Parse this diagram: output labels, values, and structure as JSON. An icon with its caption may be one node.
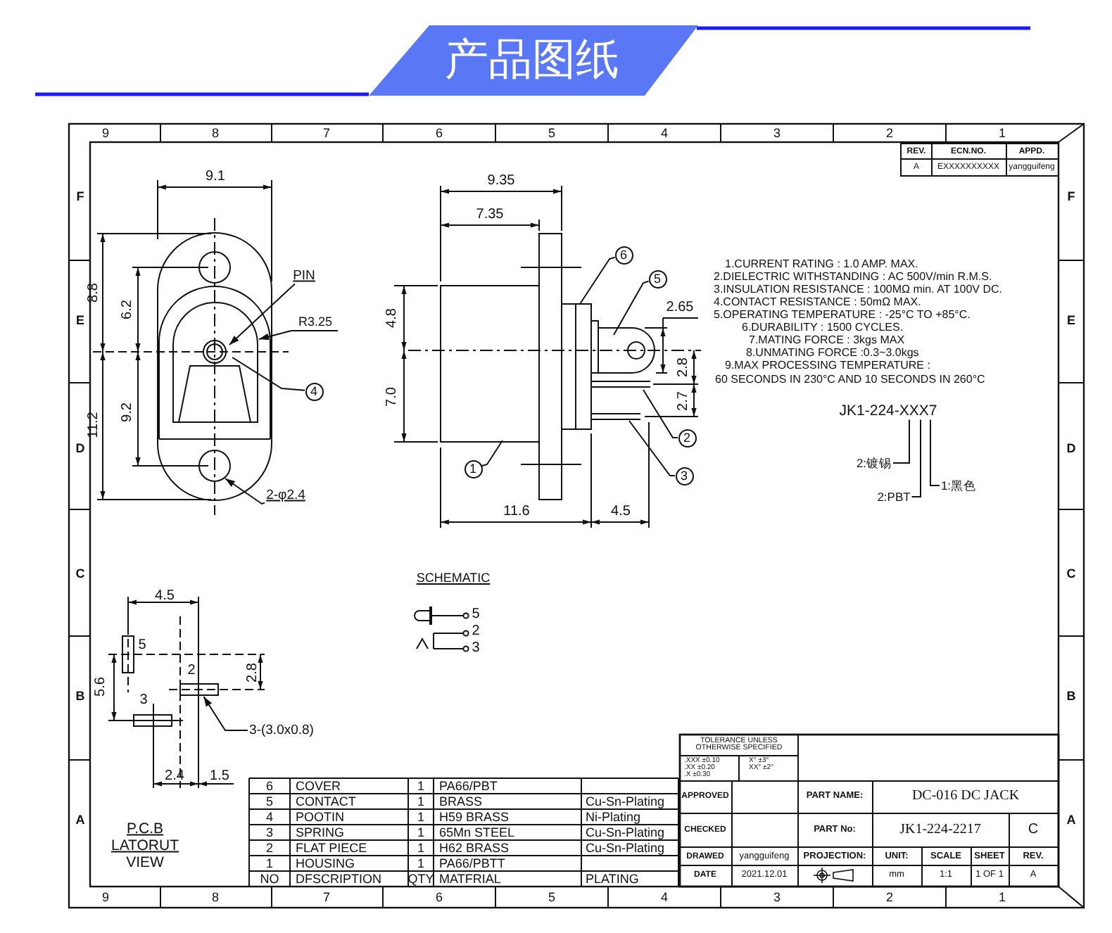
{
  "diagram": {
    "title": "产品图纸",
    "nodes": [
      {
        "text": [
          "PIN"
        ]
      },
      {
        "text": [
          "4"
        ]
      },
      {
        "text": [
          "2-φ2.4"
        ]
      },
      {
        "text": [
          "6"
        ]
      },
      {
        "text": [
          "5"
        ]
      },
      {
        "text": [
          "2"
        ]
      },
      {
        "text": [
          "3"
        ]
      },
      {
        "text": [
          "1"
        ]
      },
      {
        "text": [
          "2:镀锡"
        ]
      },
      {
        "text": [
          "2:PBT"
        ]
      },
      {
        "text": [
          "1:黑色"
        ]
      },
      {
        "text": [
          "3-(3.0x0.8)"
        ]
      },
      {
        "text": [
          "JK1-224-XXX7"
        ]
      },
      {
        "text": [],
        "shape": "box"
      }
    ],
    "edges": [
      {
        "from": 0,
        "to": null,
        "arrow": "to"
      },
      {
        "from": 1,
        "to": null,
        "arrow": "none"
      },
      {
        "from": 2,
        "to": null,
        "arrow": "to"
      },
      {
        "from": 3,
        "to": null,
        "arrow": "none"
      },
      {
        "from": 4,
        "to": null,
        "arrow": "none"
      },
      {
        "from": 5,
        "to": null,
        "arrow": "none"
      },
      {
        "from": 6,
        "to": null,
        "arrow": "none"
      },
      {
        "from": 7,
        "to": null,
        "arrow": "none"
      },
      {
        "from": 8,
        "to": 12,
        "arrow": "none"
      },
      {
        "from": 9,
        "to": 12,
        "arrow": "none"
      },
      {
        "from": 10,
        "to": 12,
        "arrow": "none"
      },
      {
        "from": 11,
        "to": 13,
        "arrow": "to"
      }
    ],
    "labels": [
      "9",
      "8",
      "7",
      "6",
      "5",
      "4",
      "3",
      "2",
      "1",
      "REV.",
      "ECN.NO.",
      "APPD.",
      "A",
      "EXXXXXXXXXX",
      "yangguifeng",
      "F",
      "F",
      "E",
      "E",
      "D",
      "D",
      "C",
      "C",
      "B",
      "B",
      "A",
      "A",
      "9.1",
      "8.8",
      "6.2",
      "R3.25",
      "11.2",
      "9.2",
      "9.35",
      "7.35",
      "4.8",
      "2.65",
      "2.8",
      "7.0",
      "2.7",
      "11.6",
      "4.5",
      "1.CURRENT RATING : 1.0 AMP. MAX.",
      "2.DIELECTRIC WITHSTANDING : AC 500V/min R.M.S.",
      "3.INSULATION RESISTANCE : 100MΩ min. AT 100V DC.",
      "4.CONTACT RESISTANCE : 50mΩ MAX.",
      "5.OPERATING TEMPERATURE : -25°C TO +85°C.",
      "6.DURABILITY : 1500 CYCLES.",
      "7.MATING FORCE : 3kgs MAX",
      "8.UNMATING FORCE :0.3~3.0kgs",
      "9.MAX PROCESSING TEMPERATURE :",
      "60 SECONDS IN 230°C AND 10 SECONDS IN 260°C",
      "SCHEMATIC",
      "5",
      "2",
      "3",
      "4.5",
      "5",
      "2",
      "2.8",
      "5.6",
      "3",
      "2.4",
      "1.5",
      "P.C.B",
      "LATORUT",
      "VIEW",
      "6",
      "COVER",
      "1",
      "PA66/PBT",
      "5",
      "CONTACT",
      "1",
      "BRASS",
      "Cu-Sn-Plating",
      "4",
      "POOTIN",
      "1",
      "H59 BRASS",
      "Ni-Plating",
      "3",
      "SPRING",
      "1",
      "65Mn STEEL",
      "Cu-Sn-Plating",
      "2",
      "FLAT PIECE",
      "1",
      "H62 BRASS",
      "Cu-Sn-Plating",
      "1",
      "HOUSING",
      "1",
      "PA66/PBTT",
      "NO",
      "DFSCRIPTION",
      "QTY",
      "MATFRIAL",
      "PLATING",
      "TOLERANCE UNLESS OTHERWISE SPECIFIED",
      ".XXX ±0.10",
      "X° ±3°",
      ".XX ±0.20",
      "XX° ±2°",
      ".X ±0.30",
      "APPROVED",
      "PART NAME:",
      "DC-016 DC JACK",
      "CHECKED",
      "PART No:",
      "JK1-224-2217",
      "C",
      "DRAWED",
      "yangguifeng",
      "PROJECTION:",
      "UNIT:",
      "SCALE",
      "SHEET",
      "REV.",
      "DATE",
      "2021.12.01",
      "mm",
      "1:1",
      "1 OF 1",
      "A",
      "9",
      "8",
      "7",
      "6",
      "5",
      "4",
      "3",
      "2",
      "1"
    ]
  }
}
